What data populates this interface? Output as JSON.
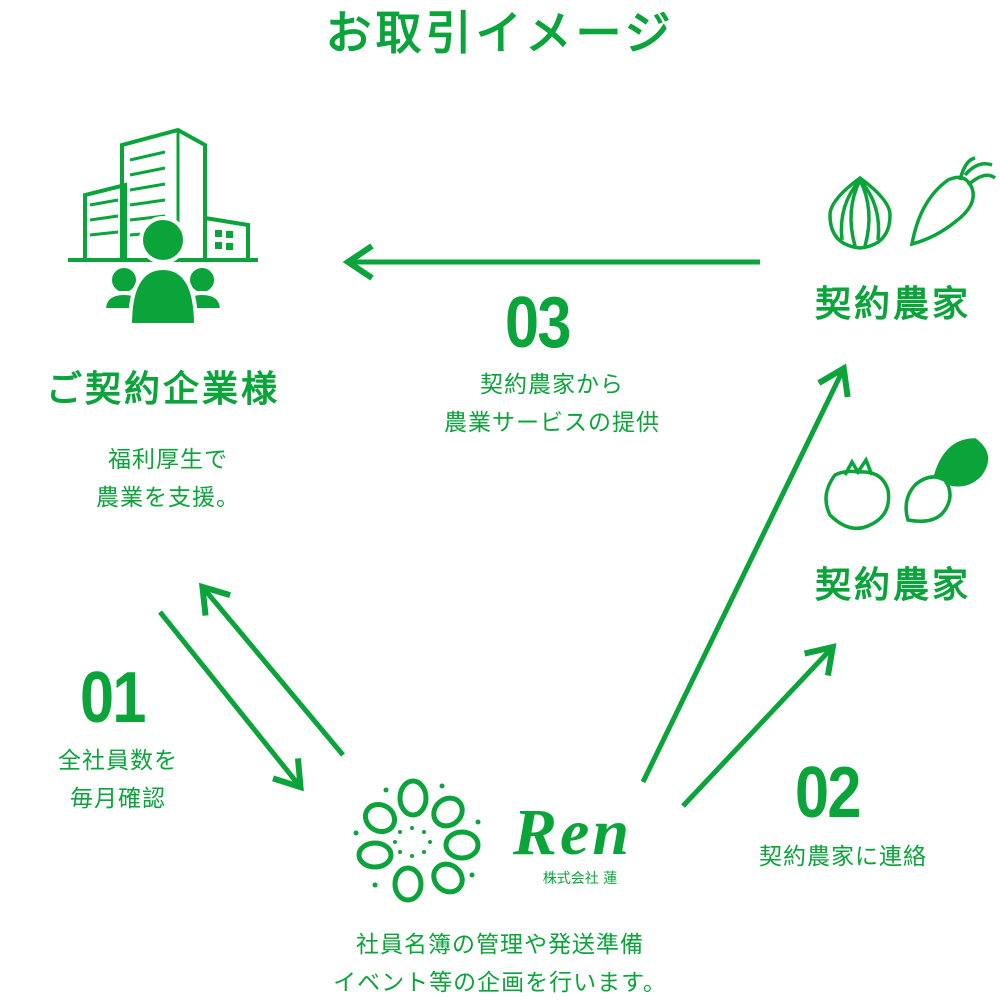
{
  "title": "お取引イメージ",
  "company": {
    "label": "ご契約企業様",
    "desc": [
      "福利厚生で",
      "農業を支援。"
    ]
  },
  "farmers": [
    {
      "label": "契約農家",
      "icons": [
        "onion-icon",
        "carrot-icon"
      ]
    },
    {
      "label": "契約農家",
      "icons": [
        "tomato-icon",
        "turnip-icon"
      ]
    }
  ],
  "steps": [
    {
      "num": "01",
      "text": [
        "全社員数を",
        "毎月確認"
      ]
    },
    {
      "num": "02",
      "text": [
        "契約農家に連絡"
      ]
    },
    {
      "num": "03",
      "text": [
        "契約農家から",
        "農業サービスの提供"
      ]
    }
  ],
  "ren": {
    "logo_text": "Ren",
    "company_name": "株式会社 蓮",
    "desc": [
      "社員名簿の管理や発送準備",
      "イベント等の企画を行います。"
    ]
  },
  "colors": {
    "accent": "#0ba43b"
  }
}
